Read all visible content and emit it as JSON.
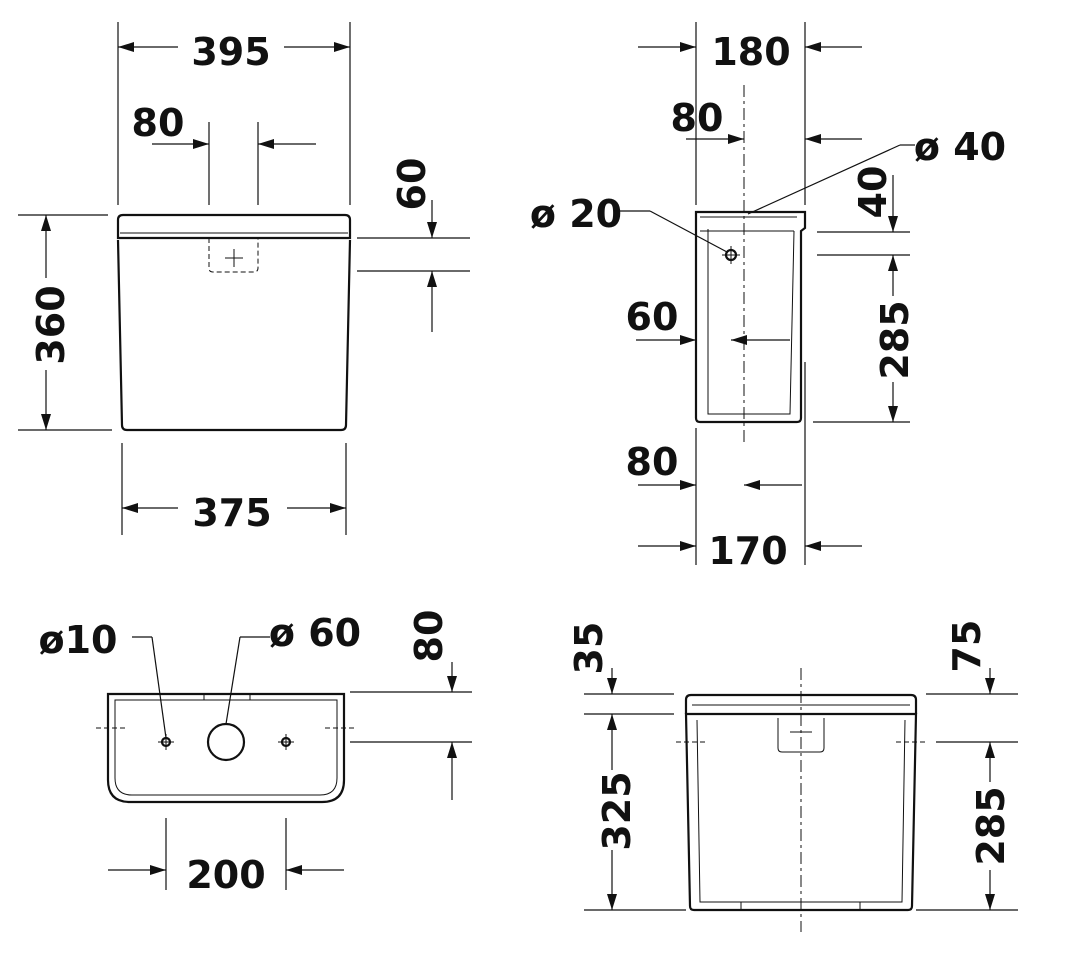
{
  "views": {
    "front": {
      "width_top": "395",
      "button_width": "80",
      "top_offset": "60",
      "height": "360",
      "width_bottom": "375"
    },
    "side": {
      "depth_top": "180",
      "offset_top": "80",
      "outlet_diameter": "ø 40",
      "inlet_diameter": "ø 20",
      "inlet_height": "40",
      "inlet_depth": "60",
      "body_height": "285",
      "offset_bottom": "80",
      "depth_bottom": "170"
    },
    "bottom": {
      "small_hole_diameter": "ø10",
      "large_hole_diameter": "ø 60",
      "hole_offset": "80",
      "hole_spacing": "200"
    },
    "rear": {
      "top_left": "35",
      "top_right": "75",
      "height_left": "325",
      "height_right": "285"
    }
  }
}
